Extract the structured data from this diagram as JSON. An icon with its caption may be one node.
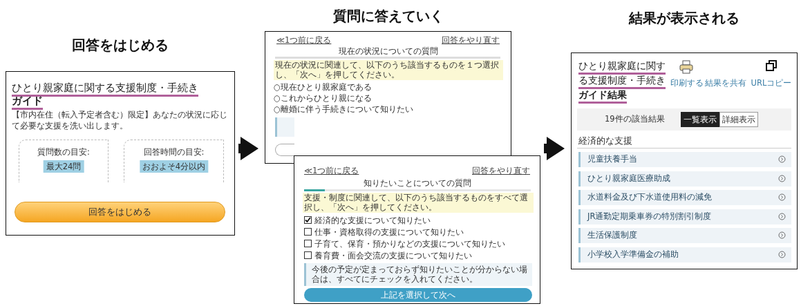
{
  "diagram": {
    "nodes": [
      {
        "text": [
          "ひとり親家庭に関する支援制度・手続き",
          "ガイド",
          "【市内在住（転入予定者含む）限定】あなたの状況に応じて必要な支援を洗い出します。"
        ],
        "beside": [
          "回答をはじめる"
        ]
      },
      {
        "text": [
          "質問数の目安:",
          "最大24問"
        ],
        "in": 0
      },
      {
        "text": [
          "回答時間の目安:",
          "おおよそ4分以内"
        ],
        "in": 0
      },
      {
        "text": [
          "回答をはじめる"
        ],
        "in": 0
      },
      {
        "text": [
          "≪1つ前に戻る",
          "回答をやり直す",
          "現在の状況についての質問",
          "現在の状況に関連して、以下のうち該当するものを１つ選択し、「次へ」を押してください。",
          "○現在ひとり親家庭である",
          "○これからひとり親になる",
          "○離婚に伴う手続きについて知りたい"
        ],
        "beside": [
          "質問に答えていく"
        ]
      },
      {
        "text": [
          "≪1つ前に戻る",
          "回答をやり直す",
          "知りたいことについての質問",
          "支援・制度に関連して、以下のうち該当するものをすべて選択し、「次へ」を押してください。",
          "経済的な支援について知りたい",
          "仕事・資格取得の支援について知りたい",
          "子育て、保育・預かりなどの支援について知りたい",
          "養育費・面会交流の支援について知りたい"
        ]
      },
      {
        "text": [
          "今後の予定が定まっておらず知りたいことが分からない場合は、すべてにチェックを入れてください。"
        ],
        "in": 5
      },
      {
        "text": [
          "上記を選択して次へ"
        ],
        "in": 5
      },
      {
        "text": [
          "ひとり親家庭に関する支援制度・手続き",
          "ガイド結果",
          "経済的な支援"
        ],
        "beside": [
          "結果が表示される"
        ]
      },
      {
        "text": [
          "印刷する"
        ],
        "in": 8
      },
      {
        "text": [
          "結果を共有"
        ],
        "in": 8
      },
      {
        "text": [
          "URLコピー"
        ],
        "in": 8
      },
      {
        "text": [
          "19件の該当結果"
        ],
        "in": 8
      },
      {
        "text": [
          "一覧表示"
        ],
        "in": 12
      },
      {
        "text": [
          "詳細表示"
        ],
        "in": 12
      },
      {
        "text": [
          "児童扶養手当"
        ],
        "in": 8
      },
      {
        "text": [
          "ひとり親家庭医療助成"
        ],
        "in": 8
      },
      {
        "text": [
          "水道料金及び下水道使用料の減免"
        ],
        "in": 8
      },
      {
        "text": [
          "JR通勤定期乗車券の特別割引制度"
        ],
        "in": 8
      },
      {
        "text": [
          "生活保護制度"
        ],
        "in": 8
      },
      {
        "text": [
          "小学校入学準備金の補助"
        ],
        "in": 8
      }
    ],
    "edges": [
      {
        "from": 0,
        "to": 4,
        "arrow": "to"
      },
      {
        "from": 5,
        "to": 8,
        "arrow": "to"
      }
    ]
  }
}
